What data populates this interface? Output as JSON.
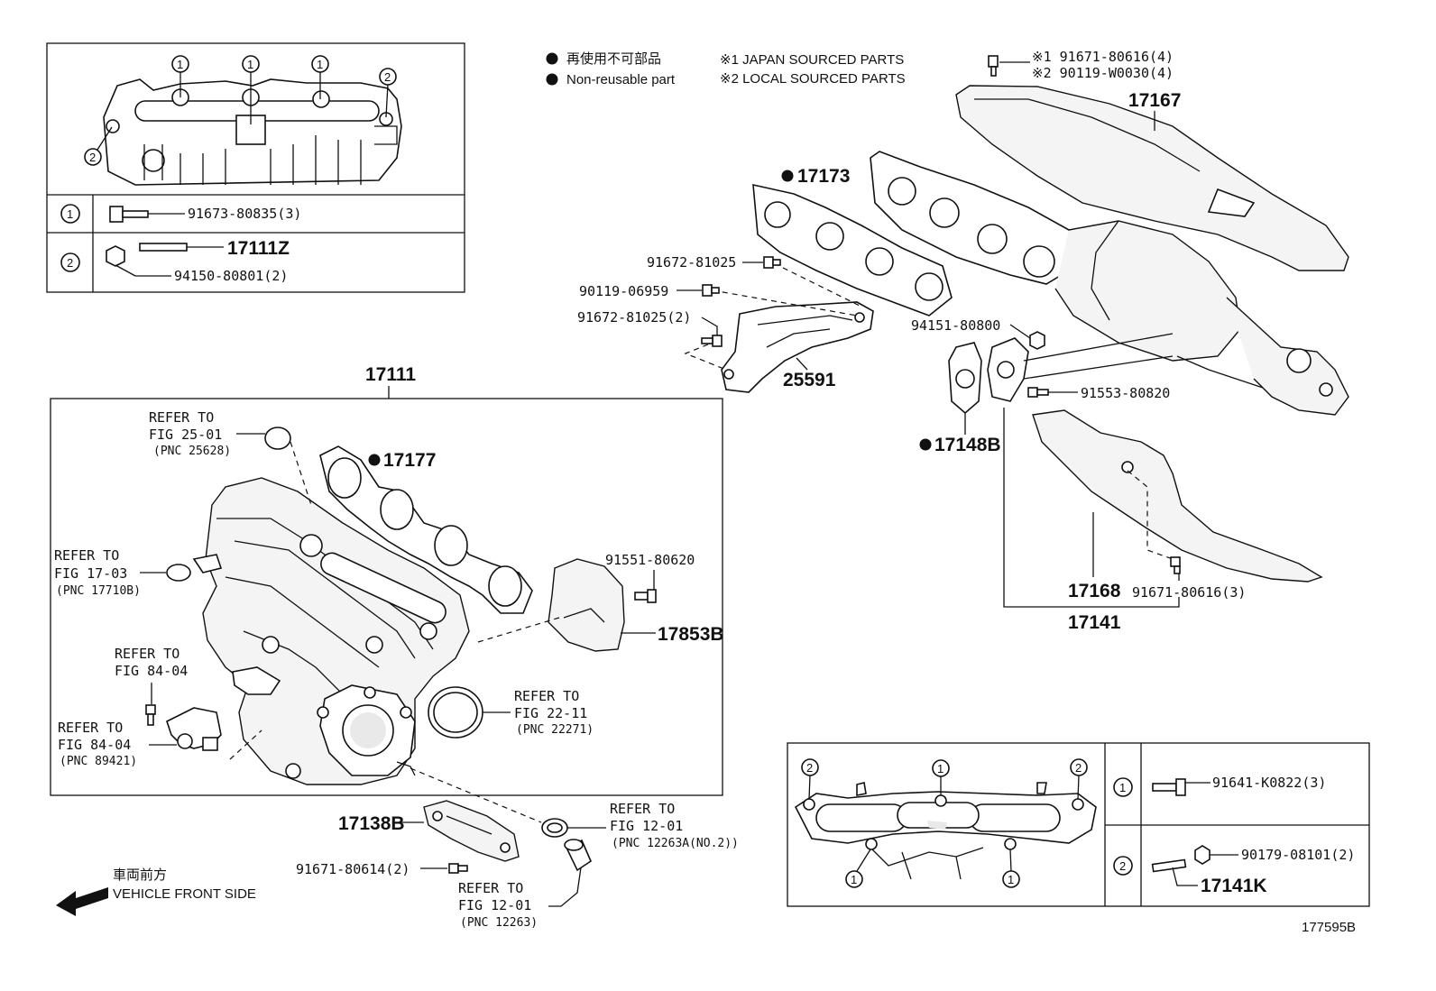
{
  "legend": {
    "jp_non_reusable": "再使用不可部品",
    "en_non_reusable": "Non-reusable part",
    "note1": "※1 JAPAN SOURCED PARTS",
    "note2": "※2 LOCAL SOURCED PARTS"
  },
  "inset_top_left": {
    "callout_1": "1",
    "callout_2": "2",
    "row1_num": "1",
    "row1_part": "91673-80835(3)",
    "row2_num": "2",
    "row2_stud": "17111Z",
    "row2_nut": "94150-80801(2)"
  },
  "inset_bottom_right": {
    "callout_1": "1",
    "callout_2": "2",
    "row1_num": "1",
    "row1_part": "91641-K0822(3)",
    "row2_num": "2",
    "row2_nut": "90179-08101(2)",
    "row2_stud": "17141K"
  },
  "parts": {
    "p17167": "17167",
    "p17173": "17173",
    "p91671_80616_4_a": "※1 91671-80616(4)",
    "p90119_W0030": "※2 90119-W0030(4)",
    "p91672_81025": "91672-81025",
    "p90119_06959": "90119-06959",
    "p91672_81025_2": "91672-81025(2)",
    "p25591": "25591",
    "p94151_80800": "94151-80800",
    "p91553_80820": "91553-80820",
    "p17148B": "17148B",
    "p17168": "17168",
    "p91671_80616_3": "91671-80616(3)",
    "p17141": "17141",
    "p17111": "17111",
    "p17177": "17177",
    "p91551_80620": "91551-80620",
    "p17853B": "17853B",
    "p17138B": "17138B",
    "p91671_80614": "91671-80614(2)"
  },
  "refs": {
    "r1": {
      "l1": "REFER TO",
      "l2": "FIG 25-01",
      "l3": "(PNC 25628)"
    },
    "r2": {
      "l1": "REFER TO",
      "l2": "FIG 17-03",
      "l3": "(PNC 17710B)"
    },
    "r3": {
      "l1": "REFER TO",
      "l2": "FIG 84-04"
    },
    "r4": {
      "l1": "REFER TO",
      "l2": "FIG 84-04",
      "l3": "(PNC 89421)"
    },
    "r5": {
      "l1": "REFER TO",
      "l2": "FIG 22-11",
      "l3": "(PNC 22271)"
    },
    "r6": {
      "l1": "REFER TO",
      "l2": "FIG 12-01",
      "l3": "(PNC 12263A(NO.2))"
    },
    "r7": {
      "l1": "REFER TO",
      "l2": "FIG 12-01",
      "l3": "(PNC 12263)"
    }
  },
  "front": {
    "jp": "車両前方",
    "en": "VEHICLE FRONT SIDE"
  },
  "diagram_id": "177595B"
}
